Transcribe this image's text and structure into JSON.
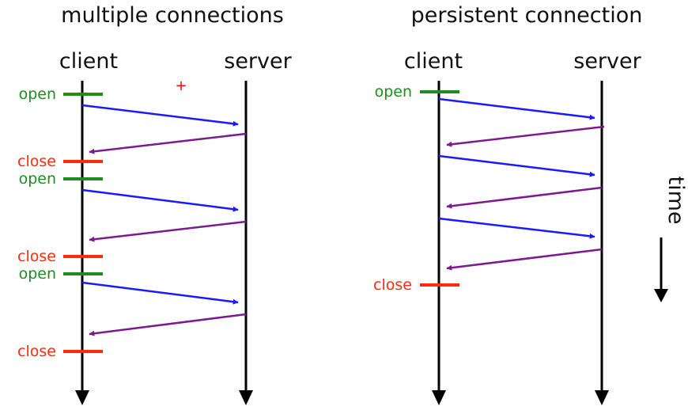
{
  "diagram": {
    "left_panel": {
      "title": "multiple connections",
      "client_label": "client",
      "server_label": "server",
      "events": [
        {
          "text": "open",
          "kind": "open"
        },
        {
          "text": "close",
          "kind": "close"
        },
        {
          "text": "open",
          "kind": "open"
        },
        {
          "text": "close",
          "kind": "close"
        },
        {
          "text": "open",
          "kind": "open"
        },
        {
          "text": "close",
          "kind": "close"
        }
      ],
      "messages": [
        {
          "direction": "request"
        },
        {
          "direction": "response"
        },
        {
          "direction": "request"
        },
        {
          "direction": "response"
        },
        {
          "direction": "request"
        },
        {
          "direction": "response"
        }
      ]
    },
    "right_panel": {
      "title": "persistent connection",
      "client_label": "client",
      "server_label": "server",
      "events": [
        {
          "text": "open",
          "kind": "open"
        },
        {
          "text": "close",
          "kind": "close"
        }
      ],
      "messages": [
        {
          "direction": "request"
        },
        {
          "direction": "response"
        },
        {
          "direction": "request"
        },
        {
          "direction": "response"
        },
        {
          "direction": "request"
        },
        {
          "direction": "response"
        }
      ]
    },
    "time_label": "time",
    "marker": "+",
    "colors": {
      "open": "#1e8c1e",
      "close": "#ff2a10",
      "request": "#1a1aff",
      "response": "#7c1a92",
      "lifeline": "#000000",
      "marker": "#ff0000"
    }
  }
}
